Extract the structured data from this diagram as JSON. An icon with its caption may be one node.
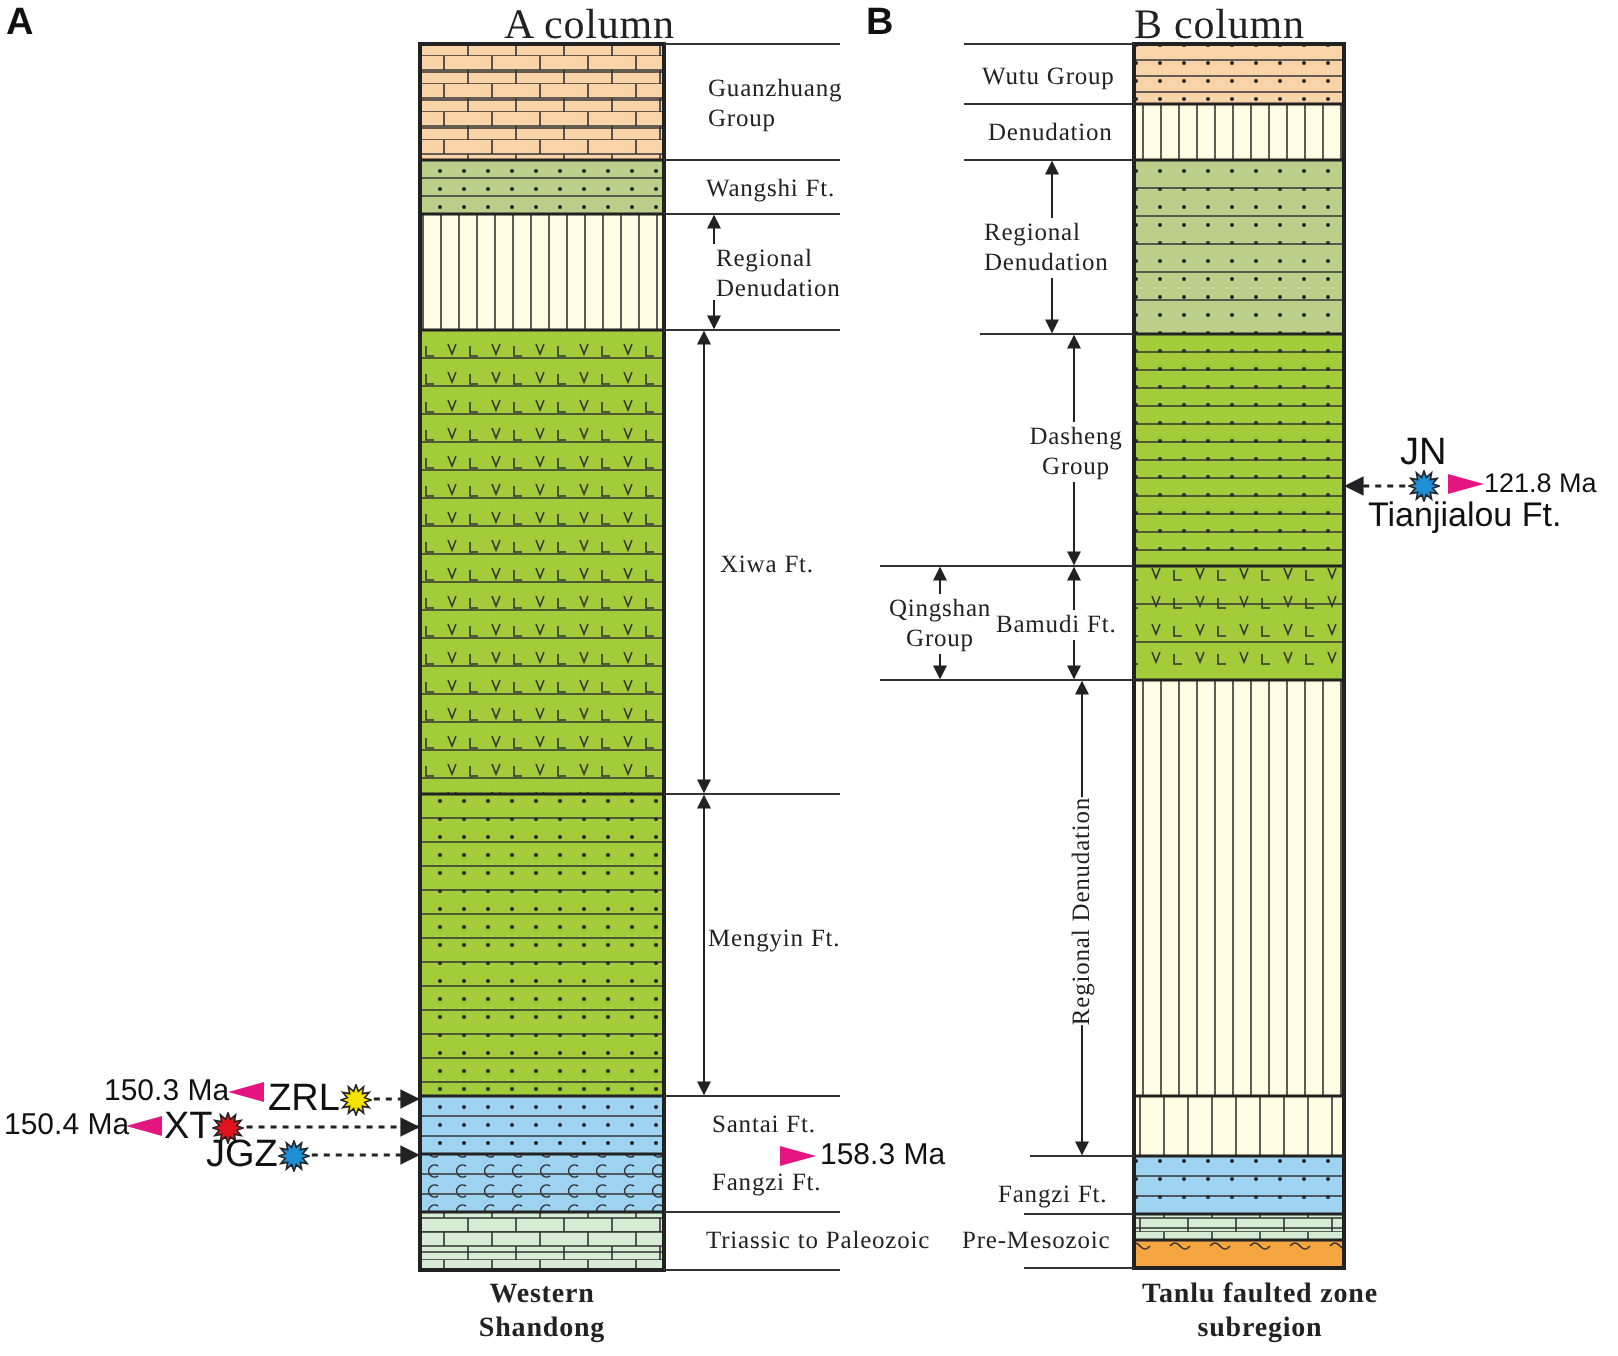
{
  "diagram": {
    "nodes": [
      {
        "text": [
          "ZRL"
        ]
      },
      {
        "text": [
          "XT"
        ]
      },
      {
        "text": [
          "JGZ"
        ]
      },
      {
        "text": [
          "JN"
        ],
        "beside": [
          "121.8 Ma",
          "Tianjialou Ft."
        ]
      },
      {
        "text": [],
        "shape": "bar"
      },
      {
        "text": [],
        "shape": "bar"
      }
    ],
    "edges": [
      {
        "from": 0,
        "to": 4,
        "arrow": "to",
        "style": "dashed"
      },
      {
        "from": 1,
        "to": 4,
        "arrow": "to",
        "style": "dashed"
      },
      {
        "from": 2,
        "to": 4,
        "arrow": "to",
        "style": "dashed"
      },
      {
        "from": 3,
        "to": 5,
        "arrow": "to",
        "style": "dashed"
      }
    ],
    "labels": [
      "A",
      "A column",
      "Guanzhuang Group",
      "Wangshi Ft.",
      "Regional Denudation",
      "Xiwa Ft.",
      "Mengyin Ft.",
      "150.3 Ma",
      "150.4 Ma",
      "Santai Ft.",
      "158.3 Ma",
      "Fangzi Ft.",
      "Triassic to Paleozoic",
      "Western Shandong",
      "B",
      "B column",
      "Wutu Group",
      "Denudation",
      "Regional Denudation",
      "Dasheng Group",
      "Qingshan Group",
      "Bamudi Ft.",
      "Regional Denudation",
      "Fangzi Ft.",
      "Pre-Mesozoic",
      "Tanlu faulted zone subregion"
    ]
  }
}
